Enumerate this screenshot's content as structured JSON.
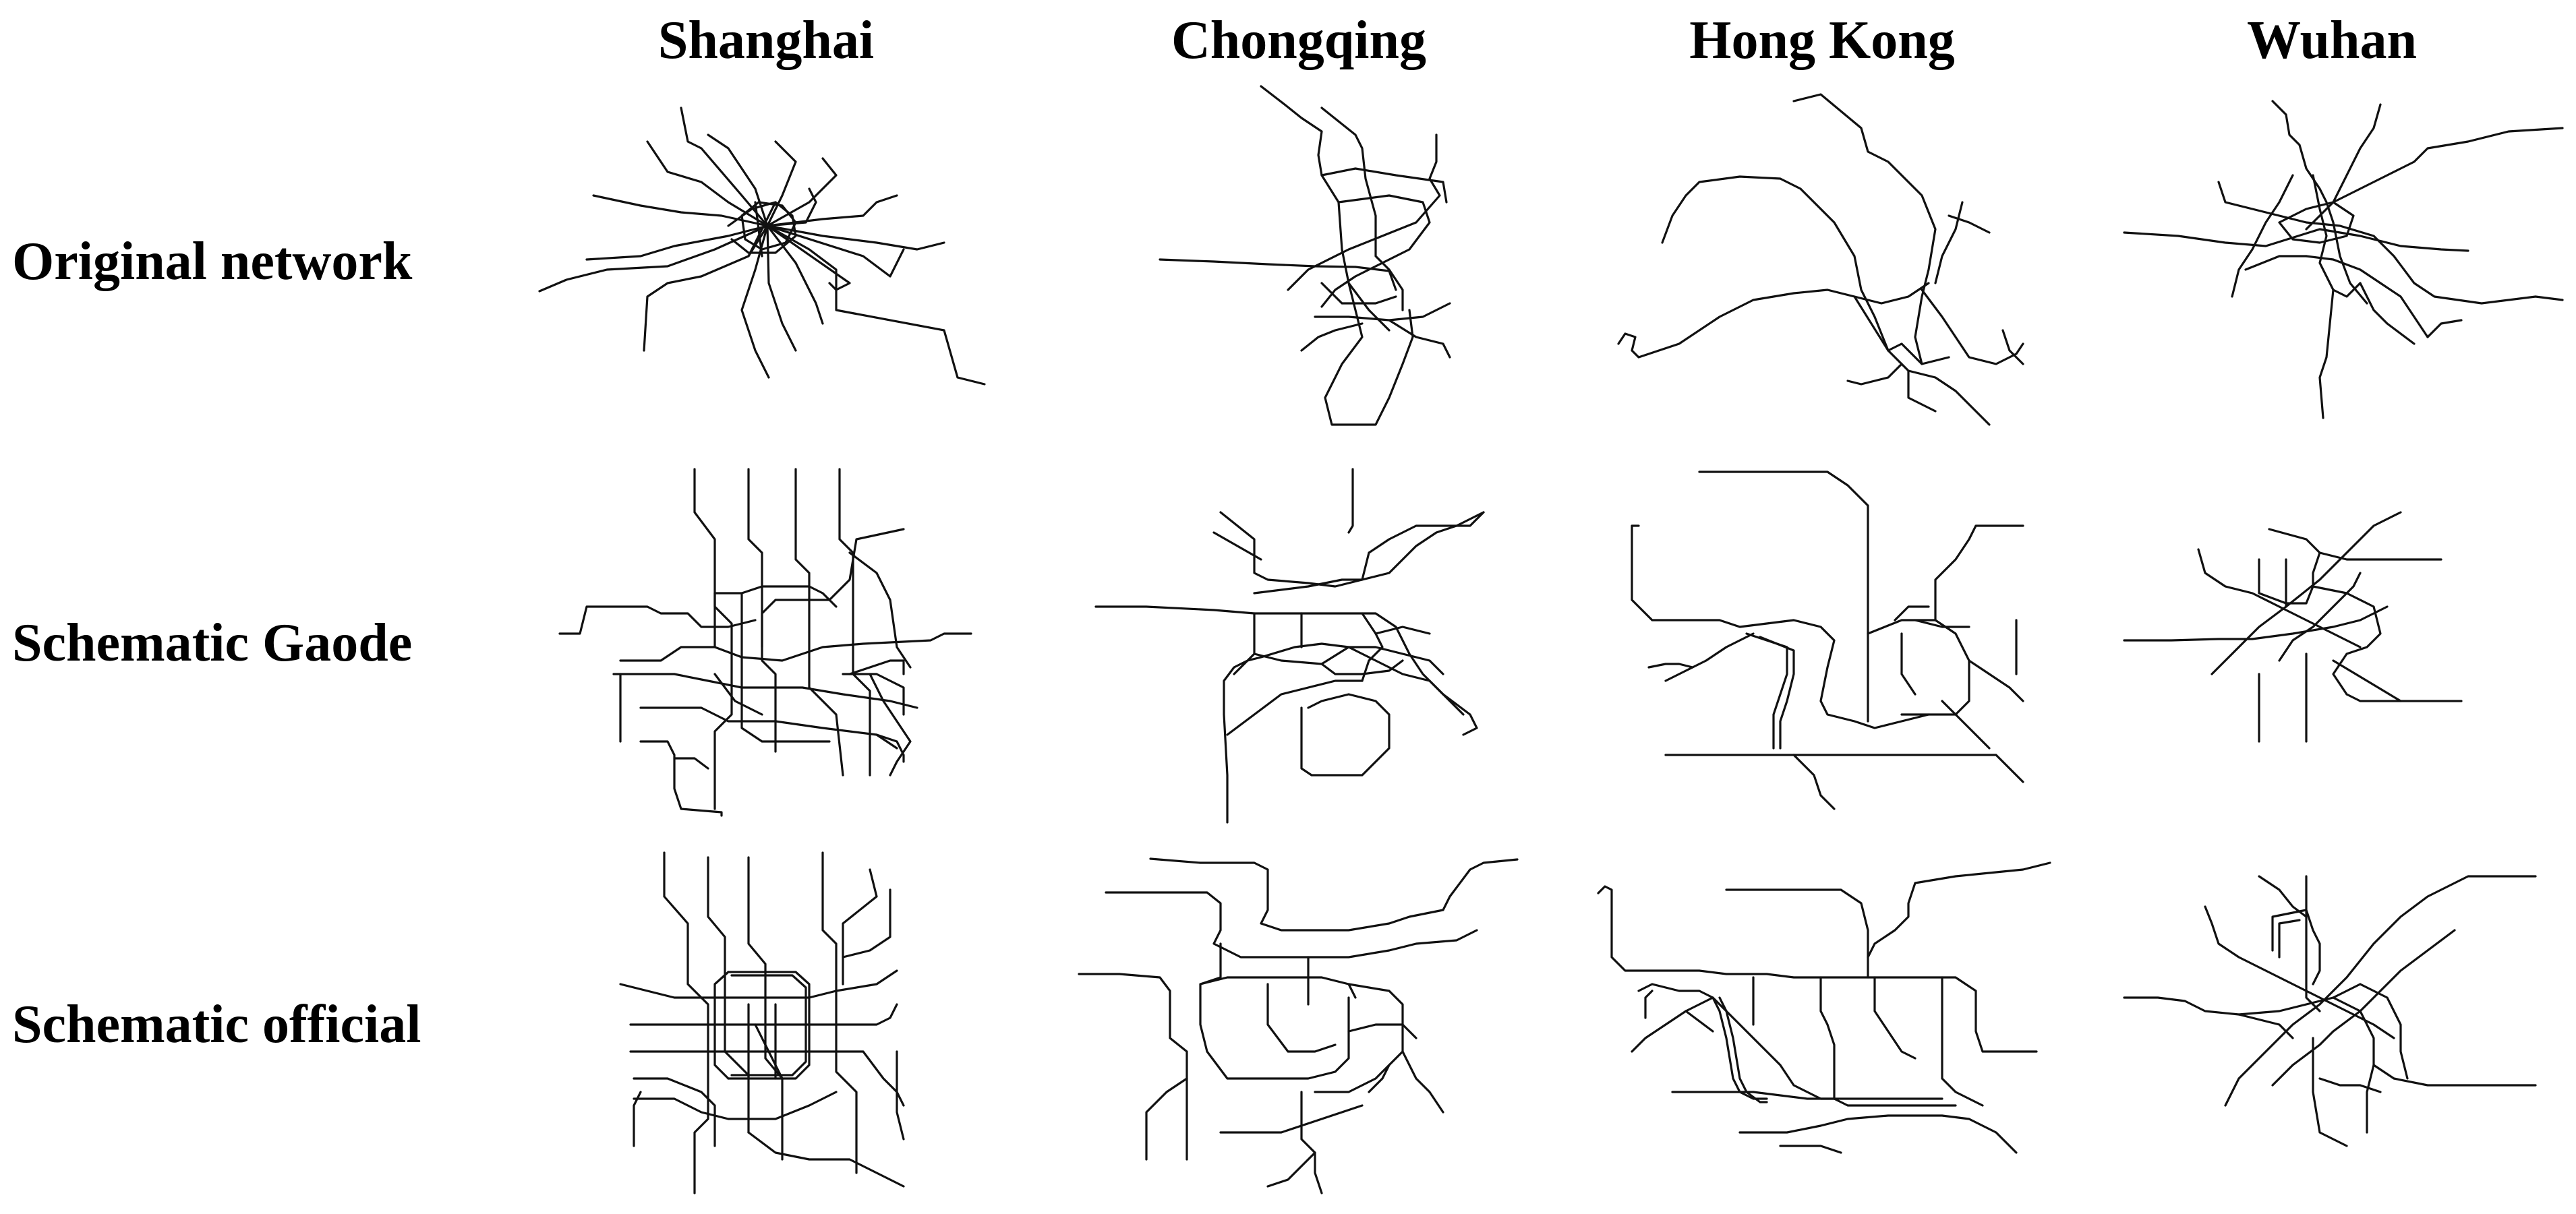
{
  "columns": [
    "Shanghai",
    "Chongqing",
    "Hong Kong",
    "Wuhan"
  ],
  "rows": [
    "Original network",
    "Schematic Gaode",
    "Schematic official"
  ],
  "colors": {
    "line": "#111111",
    "background": "#ffffff"
  }
}
